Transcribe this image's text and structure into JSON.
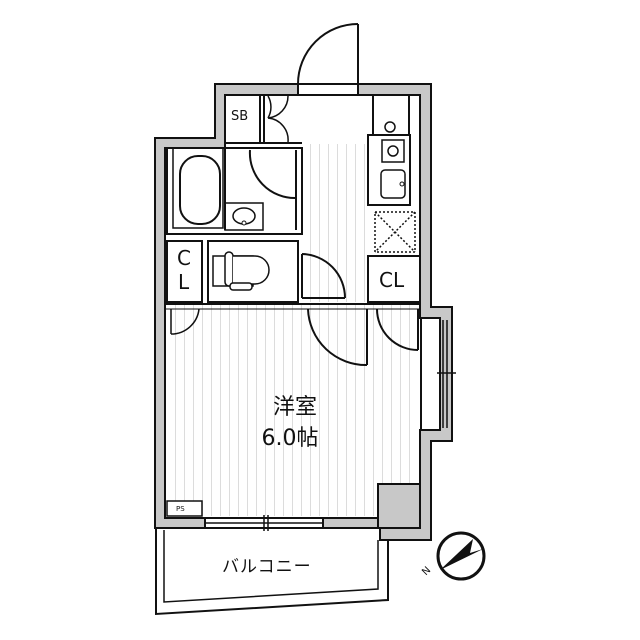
{
  "floorplan": {
    "rooms": {
      "western_room": {
        "name": "洋室",
        "size": "6.0帖"
      },
      "shoe_box": {
        "label": "SB"
      },
      "closet_left": {
        "label_top": "C",
        "label_bottom": "L"
      },
      "closet_right": {
        "label": "CL"
      },
      "pipe_space": {
        "label": "PS"
      },
      "balcony": {
        "label": "バルコニー"
      }
    },
    "compass": {
      "north_label": "N"
    },
    "colors": {
      "wall": "#c8c8c8",
      "line": "#111111",
      "floor_lines": "#dddddd",
      "background": "#ffffff"
    }
  }
}
